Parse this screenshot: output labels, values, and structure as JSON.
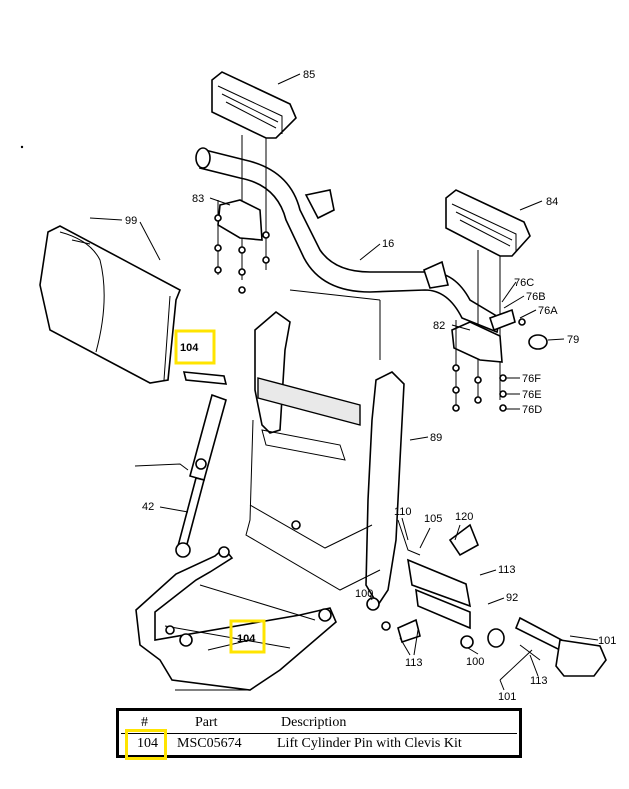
{
  "callouts": {
    "c85": "85",
    "c84": "84",
    "c83": "83",
    "c16": "16",
    "c99": "99",
    "c76c": "76C",
    "c76b": "76B",
    "c76a": "76A",
    "c79": "79",
    "c82": "82",
    "c76f": "76F",
    "c76e": "76E",
    "c76d": "76D",
    "c89": "89",
    "c42": "42",
    "c110": "110",
    "c105": "105",
    "c120": "120",
    "c113a": "113",
    "c92": "92",
    "c100a": "100",
    "c101a": "101",
    "c113b": "113",
    "c100b": "100",
    "c113c": "113",
    "c101b": "101"
  },
  "highlight_callouts": {
    "top": "104",
    "bottom": "104"
  },
  "table": {
    "headers": {
      "num": "#",
      "part": "Part",
      "desc": "Description"
    },
    "row": {
      "num": "104",
      "part": "MSC05674",
      "desc": "Lift Cylinder Pin with Clevis Kit"
    }
  },
  "colors": {
    "highlight": "#ffe400",
    "ink": "#000000",
    "background": "#ffffff"
  }
}
